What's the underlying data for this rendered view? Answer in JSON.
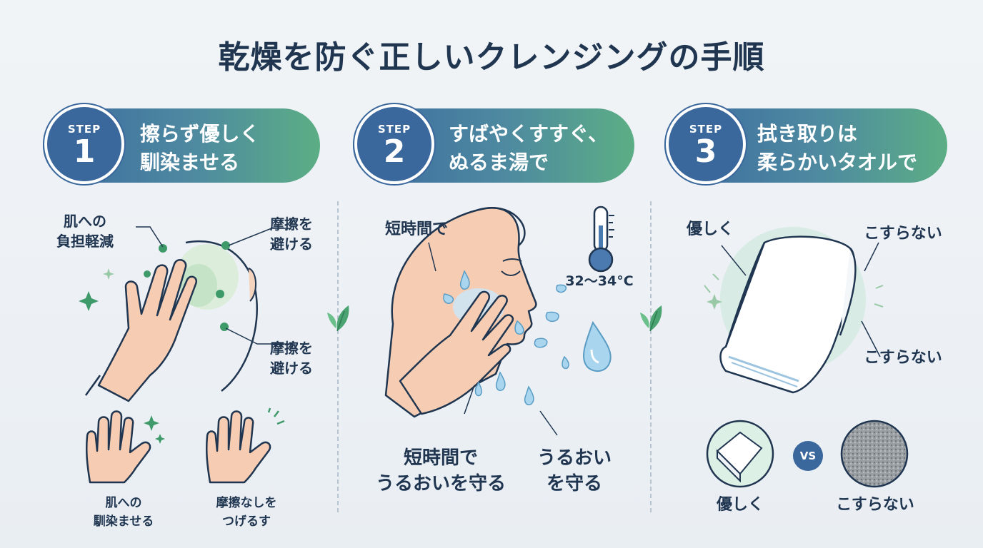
{
  "title": "乾燥を防ぐ正しいクレンジングの手順",
  "colors": {
    "navy": "#1f3550",
    "step_blue": "#3a679c",
    "step_green": "#5cae85",
    "skin": "#f6cdb2",
    "water": "#8fc7e6",
    "leaf": "#3f9a6a",
    "background": "#eef2f6"
  },
  "steps": [
    {
      "label": "STEP",
      "number": "1",
      "title": "擦らず優しく\n馴染ませる",
      "callouts": [
        "肌への\n負担軽減",
        "摩擦を\n避ける",
        "摩擦を\n避ける"
      ],
      "sub": [
        "肌への\n馴染ませる",
        "摩擦なしを\nつげるす"
      ],
      "icons": [
        "hand-on-face-icon",
        "open-hands-icon",
        "sparkle-icon"
      ]
    },
    {
      "label": "STEP",
      "number": "2",
      "title": "すばやくすすぐ、\nぬるま湯で",
      "callouts": [
        "短時間で",
        "32〜34°C"
      ],
      "bottom": [
        "短時間で\nうるおいを守る",
        "うるおい\nを守る"
      ],
      "icons": [
        "face-rinse-icon",
        "thermometer-icon",
        "water-drop-icon"
      ]
    },
    {
      "label": "STEP",
      "number": "3",
      "title": "拭き取りは\n柔らかいタオルで",
      "callouts": [
        "優しく",
        "こすらない",
        "こすらない"
      ],
      "compare": {
        "left": "優しく",
        "vs": "VS",
        "right": "こすらない"
      },
      "icons": [
        "folded-towel-icon",
        "soft-towel-icon",
        "rough-towel-icon"
      ]
    }
  ]
}
